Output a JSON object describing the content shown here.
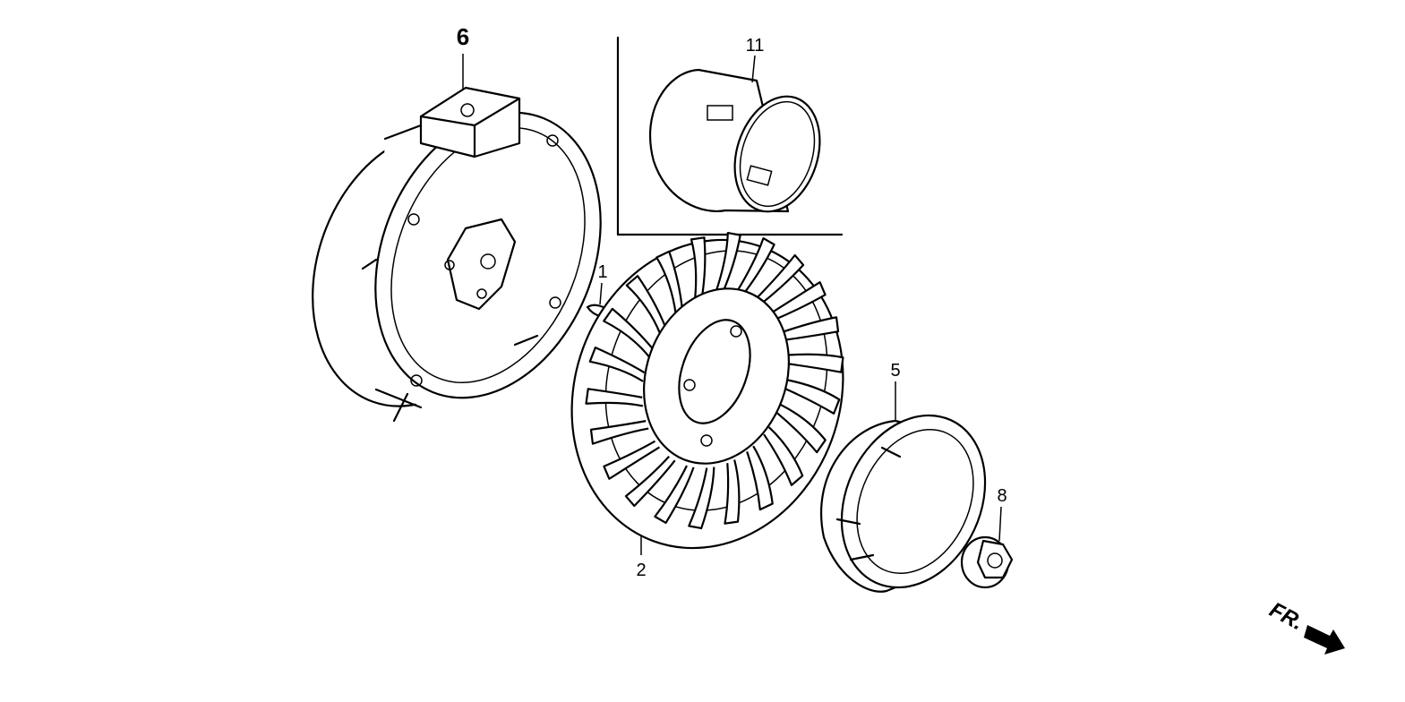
{
  "diagram": {
    "labels": {
      "part_6": "6",
      "part_11": "11",
      "part_1": "1",
      "part_5": "5",
      "part_8": "8",
      "part_2": "2"
    },
    "direction_indicator": "FR."
  }
}
